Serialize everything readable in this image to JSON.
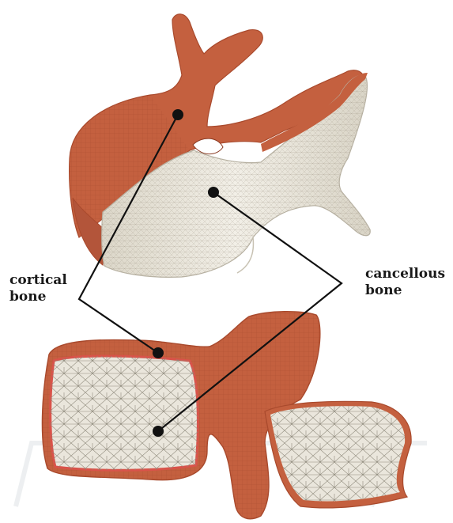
{
  "labels": {
    "cortical": {
      "line1": "cortical",
      "line2": "bone"
    },
    "cancellous": {
      "line1": "cancellous",
      "line2": "bone"
    }
  },
  "colors": {
    "cortical_bone": "#c4603f",
    "cortical_bone_dark": "#a94a2d",
    "cancellous_bone": "#ede9df",
    "cancellous_bone_shade": "#d6d1c4",
    "annotation_line": "#111111"
  }
}
